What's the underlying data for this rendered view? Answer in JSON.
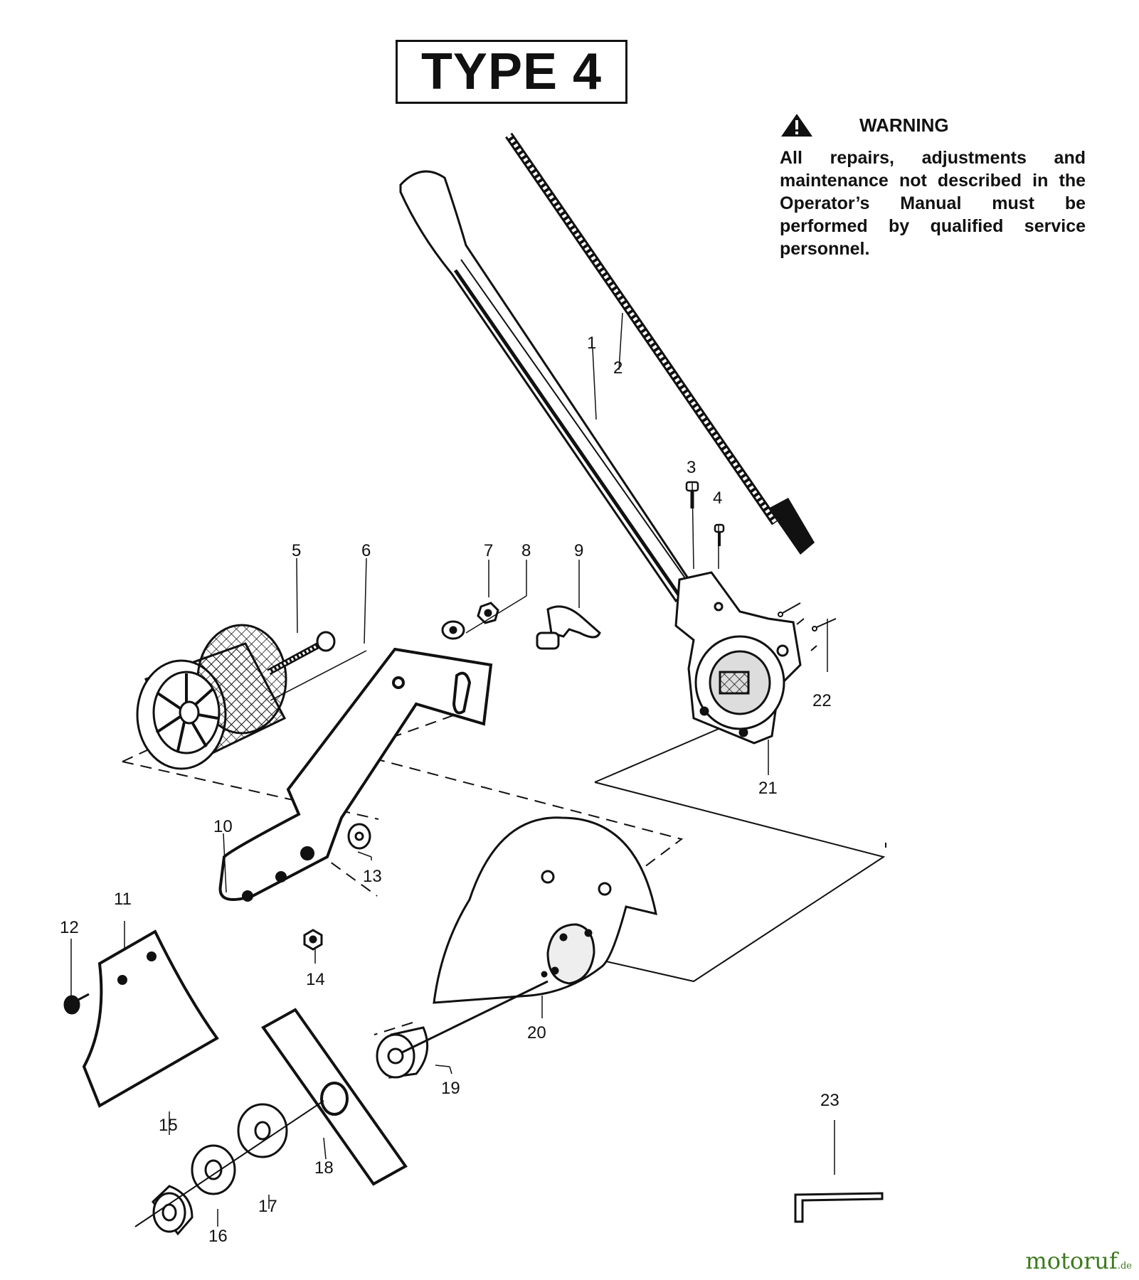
{
  "title": "TYPE 4",
  "warning": {
    "heading": "WARNING",
    "text": "All repairs, adjustments and maintenance not described in the Operator’s Manual must be performed by qualified service personnel."
  },
  "brand": {
    "name": "motoruf",
    "suffix": ".de"
  },
  "callouts": [
    "1",
    "2",
    "3",
    "4",
    "5",
    "6",
    "7",
    "8",
    "9",
    "10",
    "11",
    "12",
    "13",
    "14",
    "15",
    "16",
    "17",
    "18",
    "19",
    "20",
    "21",
    "22",
    "23"
  ]
}
